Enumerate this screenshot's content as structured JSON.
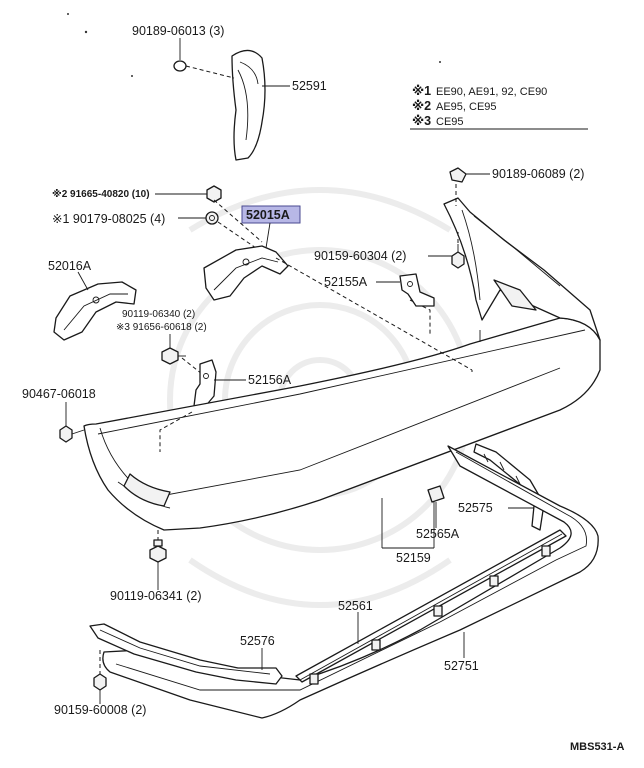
{
  "diagram": {
    "highlight_color": "#b7b7e6",
    "notes": [
      {
        "mark": "※1",
        "text": "EE90, AE91, 92, CE90"
      },
      {
        "mark": "※2",
        "text": "AE95, CE95"
      },
      {
        "mark": "※3",
        "text": "CE95"
      }
    ],
    "labels": {
      "p90189_06013": "90189-06013 (3)",
      "p52591": "52591",
      "p91665": "※2 91665-40820 (10)",
      "p90179": "※1  90179-08025 (4)",
      "p52015A": "52015A",
      "p52016A": "52016A",
      "p90119_06340": "90119-06340 (2)",
      "p91656": "※3 91656-60618 (2)",
      "p52156A": "52156A",
      "p90467": "90467-06018",
      "p90189_06089": "90189-06089 (2)",
      "p90159_60304": "90159-60304 (2)",
      "p52155A": "52155A",
      "p52575": "52575",
      "p52565A": "52565A",
      "p52159": "52159",
      "p90119_06341": "90119-06341 (2)",
      "p52561": "52561",
      "p52576": "52576",
      "p52751": "52751",
      "p90159_60008": "90159-60008 (2)",
      "ref": "MBS531-A"
    }
  }
}
